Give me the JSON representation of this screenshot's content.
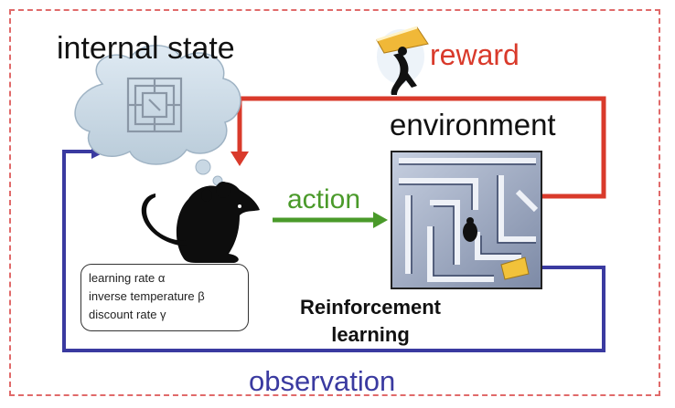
{
  "labels": {
    "internal_state": "internal state",
    "environment": "environment",
    "reward": "reward",
    "action": "action",
    "observation": "observation",
    "reinforcement_learning": "Reinforcement learning"
  },
  "parameters": [
    "learning rate α",
    "inverse temperature β",
    "discount rate γ"
  ],
  "colors": {
    "reward": "#d93a2b",
    "action": "#4a9a2a",
    "observation": "#3a3aa0",
    "frame": "#e06a6a"
  },
  "icons": [
    "thought-cloud-icon",
    "maze-icon",
    "rat-icon",
    "maze-scene-icon",
    "running-mouse-cheese-icon"
  ]
}
